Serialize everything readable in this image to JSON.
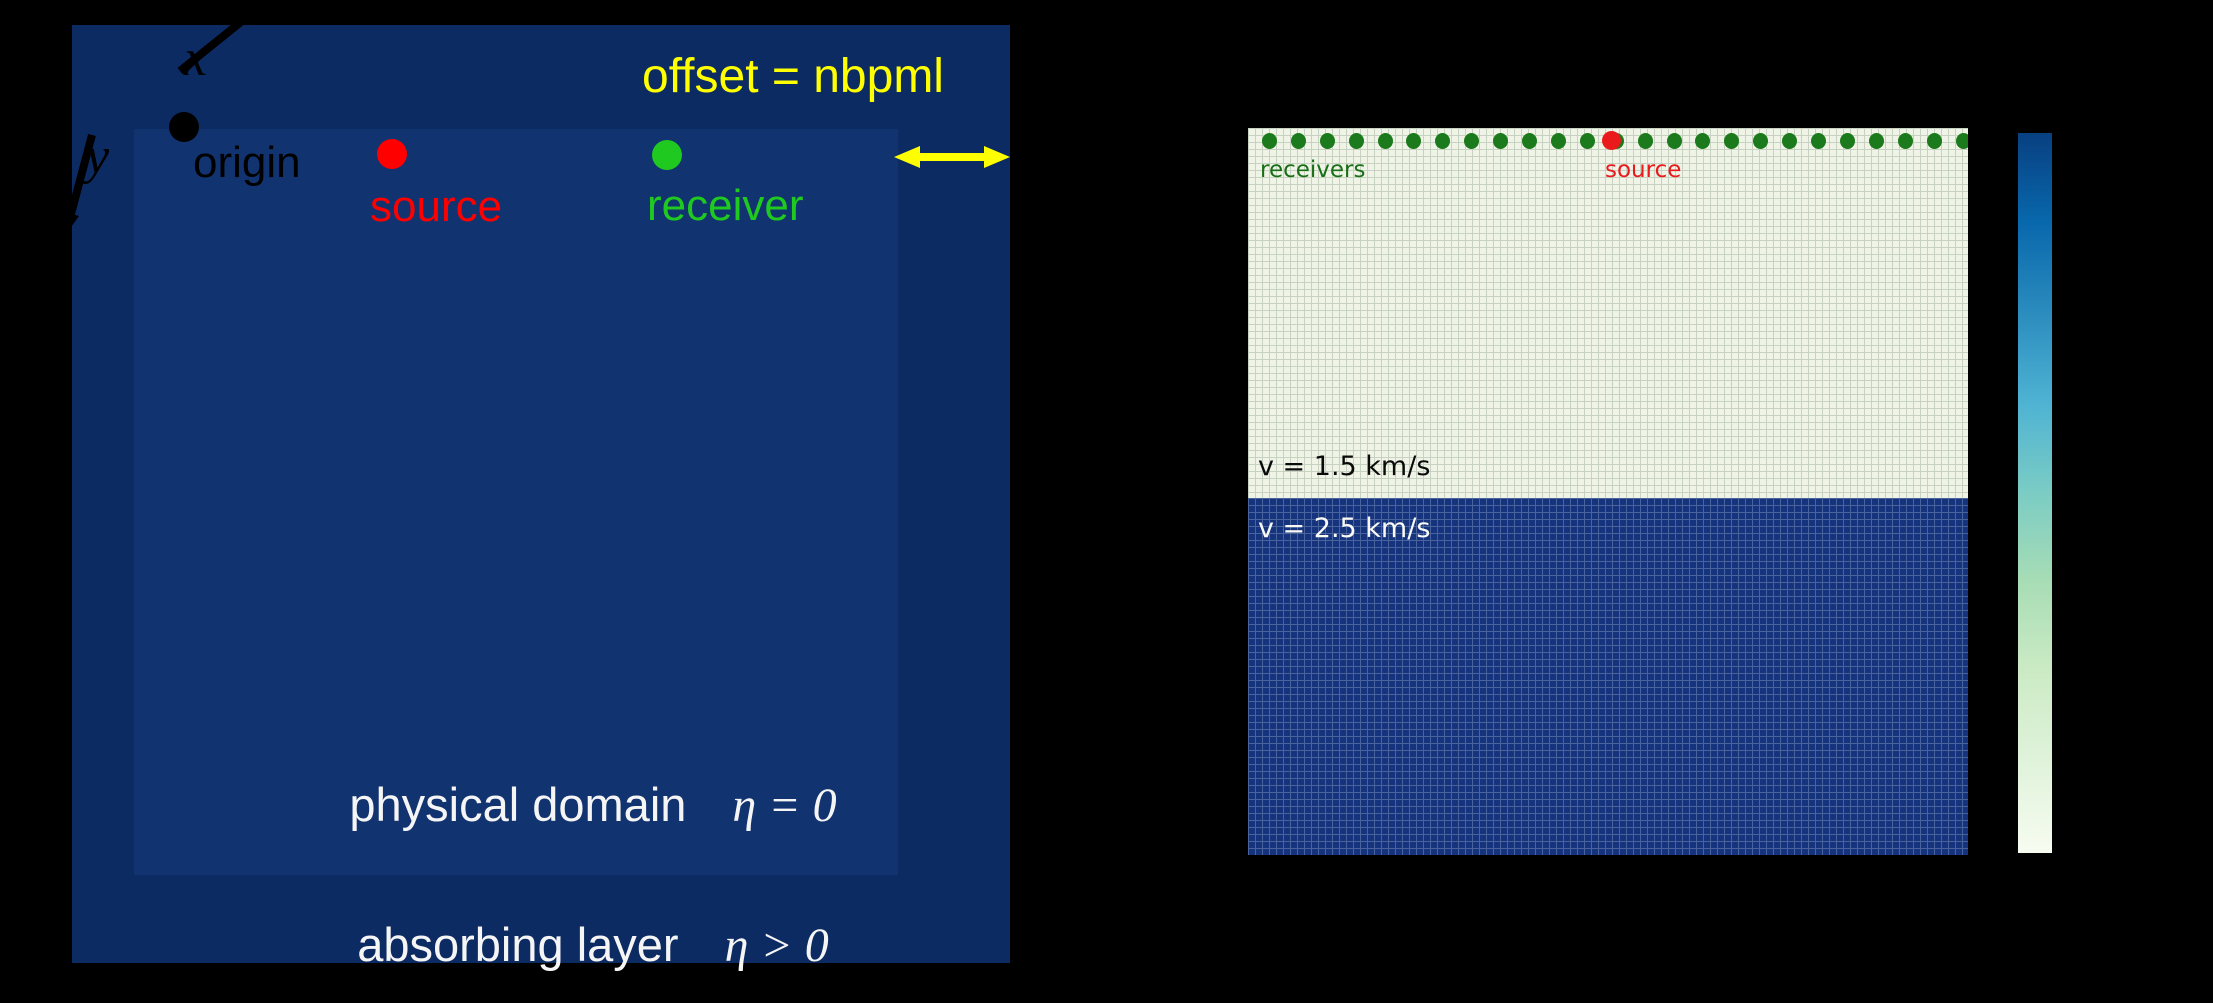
{
  "left_panel": {
    "x_label": "x",
    "y_label": "y",
    "origin_label": "origin",
    "source_label": "source",
    "receiver_label": "receiver",
    "offset_label": "offset = nbpml",
    "physical_label": "physical domain",
    "physical_eq": "η = 0",
    "absorbing_label": "absorbing layer",
    "absorbing_eq": "η > 0"
  },
  "right_panel": {
    "receivers_label": "receivers",
    "source_label": "source",
    "layer1_label": "v = 1.5 km/s",
    "layer2_label": "v = 2.5 km/s"
  },
  "colors": {
    "canvas": "#000000",
    "panel_outer": "#0d2b63",
    "panel_inner": "#113370",
    "offset_yellow": "#ffff00",
    "source_red": "#ff0000",
    "receiver_green": "#1fc91f",
    "text_white": "#f5f5f5",
    "model_water": "#f0f4e6",
    "model_rock": "#16337d",
    "model_grid_light": "#c8d2c2",
    "model_grid_dark": "#49639c",
    "rx_dot_green": "#1b7a1b",
    "rx_text_green": "#186f18",
    "src_dot_red": "#e9191c"
  },
  "colorbar": {
    "orientation": "vertical",
    "stops_top_to_bottom": [
      "#084081",
      "#0868ac",
      "#2b8cbe",
      "#4eb3d3",
      "#7bccc4",
      "#a8ddb5",
      "#ccebc5",
      "#e0f3db",
      "#f7fcf0"
    ]
  },
  "chart_data": {
    "type": "heatmap",
    "description": "Two-layer seismic velocity model on a fine grid, receivers along the top edge and one source at the horizontal center",
    "layers": [
      {
        "label": "v = 1.5 km/s",
        "velocity_km_s": 1.5,
        "fill": "#f0f4e6",
        "thickness_fraction": 0.51
      },
      {
        "label": "v = 2.5 km/s",
        "velocity_km_s": 2.5,
        "fill": "#16337d",
        "thickness_fraction": 0.49
      }
    ],
    "receivers": {
      "count": 26,
      "row": "top edge",
      "color": "#1b7a1b"
    },
    "source": {
      "position_fraction_x": 0.5,
      "row": "top edge",
      "color": "#e9191c"
    },
    "grid": "on",
    "colorbar_stops_top_to_bottom": [
      "#084081",
      "#0868ac",
      "#2b8cbe",
      "#4eb3d3",
      "#7bccc4",
      "#a8ddb5",
      "#ccebc5",
      "#e0f3db",
      "#f7fcf0"
    ]
  }
}
